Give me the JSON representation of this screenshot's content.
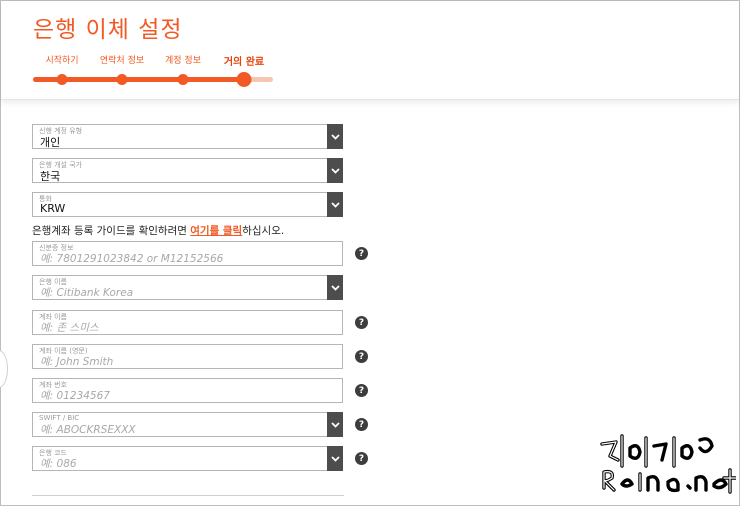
{
  "header": {
    "title": "은행 이체 설정",
    "steps": [
      {
        "label": "시작하기",
        "state": "done"
      },
      {
        "label": "연락처 정보",
        "state": "done"
      },
      {
        "label": "계정 정보",
        "state": "done"
      },
      {
        "label": "거의 완료",
        "state": "current"
      }
    ]
  },
  "form": {
    "account_type": {
      "label": "신행 계정 유형",
      "value": "개인"
    },
    "country": {
      "label": "은행 개설 국가",
      "value": "한국"
    },
    "currency": {
      "label": "통화",
      "value": "KRW"
    },
    "guide": {
      "before": "은행계좌 등록 가이드를 확인하려면 ",
      "link": "여기를 클릭",
      "after": "하십시오."
    },
    "id_number": {
      "label": "신분증 정보",
      "placeholder": "예: 7801291023842 or M12152566"
    },
    "bank_name": {
      "label": "은행 이름",
      "placeholder": "예: Citibank Korea"
    },
    "account_name": {
      "label": "계좌 이름",
      "placeholder": "예: 존 스미스"
    },
    "account_name_en": {
      "label": "계좌 이름 (영문)",
      "placeholder": "예: John Smith"
    },
    "account_number": {
      "label": "계좌 번호",
      "placeholder": "예: 01234567"
    },
    "swift": {
      "label": "SWIFT / BIC",
      "placeholder": "예: ABOCKRSEXXX"
    },
    "bank_code": {
      "label": "은행 코드",
      "placeholder": "예: 086"
    }
  },
  "icons": {
    "help": "?",
    "dropdown": "chevron-down-icon"
  },
  "colors": {
    "accent": "#f15a24",
    "accent_light": "#f7c6b2",
    "dark": "#4d4d4d"
  }
}
